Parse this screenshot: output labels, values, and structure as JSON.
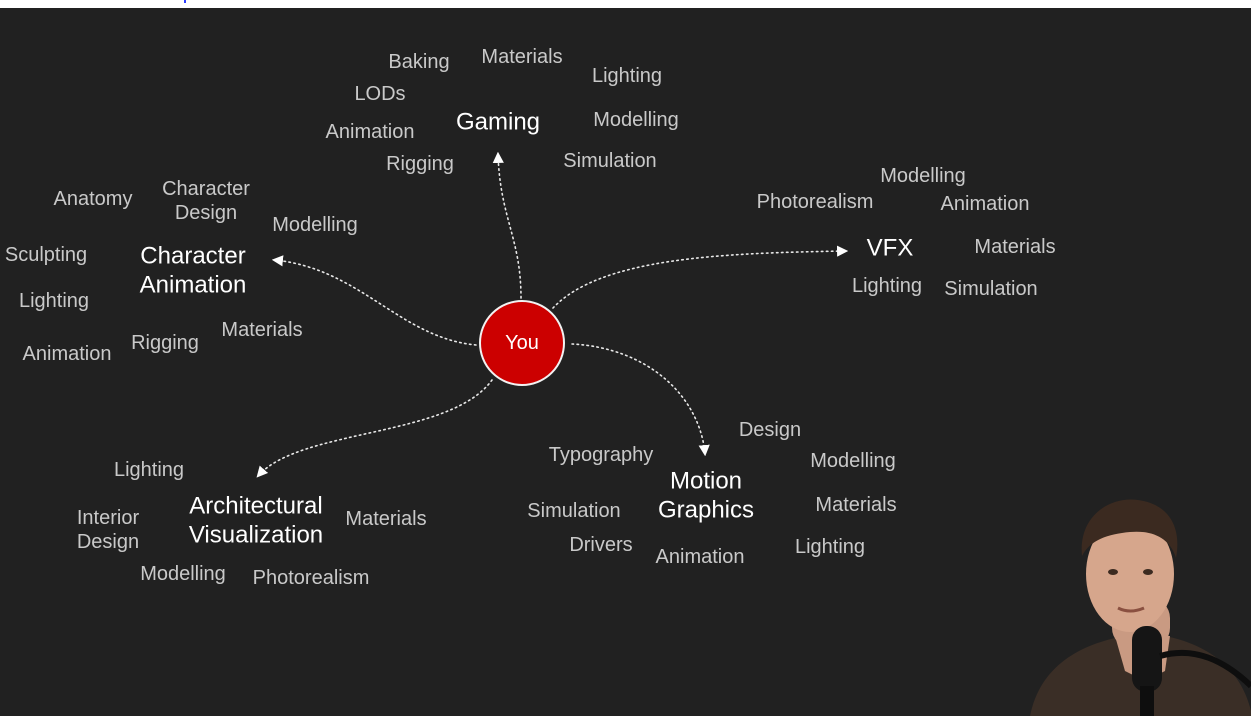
{
  "center": "You",
  "categories": [
    {
      "title": "Gaming",
      "skills": [
        "Baking",
        "Materials",
        "Lighting",
        "LODs",
        "Modelling",
        "Animation",
        "Rigging",
        "Simulation"
      ]
    },
    {
      "title": "Character\nAnimation",
      "skills": [
        "Anatomy",
        "Character\nDesign",
        "Modelling",
        "Sculpting",
        "Lighting",
        "Materials",
        "Rigging",
        "Animation"
      ]
    },
    {
      "title": "VFX",
      "skills": [
        "Modelling",
        "Photorealism",
        "Animation",
        "Materials",
        "Lighting",
        "Simulation"
      ]
    },
    {
      "title": "Architectural\nVisualization",
      "skills": [
        "Lighting",
        "Interior\nDesign",
        "Materials",
        "Modelling",
        "Photorealism"
      ]
    },
    {
      "title": "Motion\nGraphics",
      "skills": [
        "Design",
        "Typography",
        "Modelling",
        "Simulation",
        "Materials",
        "Drivers",
        "Lighting",
        "Animation"
      ]
    }
  ],
  "colors": {
    "background": "#212121",
    "center_fill": "#cc0000",
    "category_text": "#ffffff",
    "skill_text": "#c9c9c9"
  }
}
